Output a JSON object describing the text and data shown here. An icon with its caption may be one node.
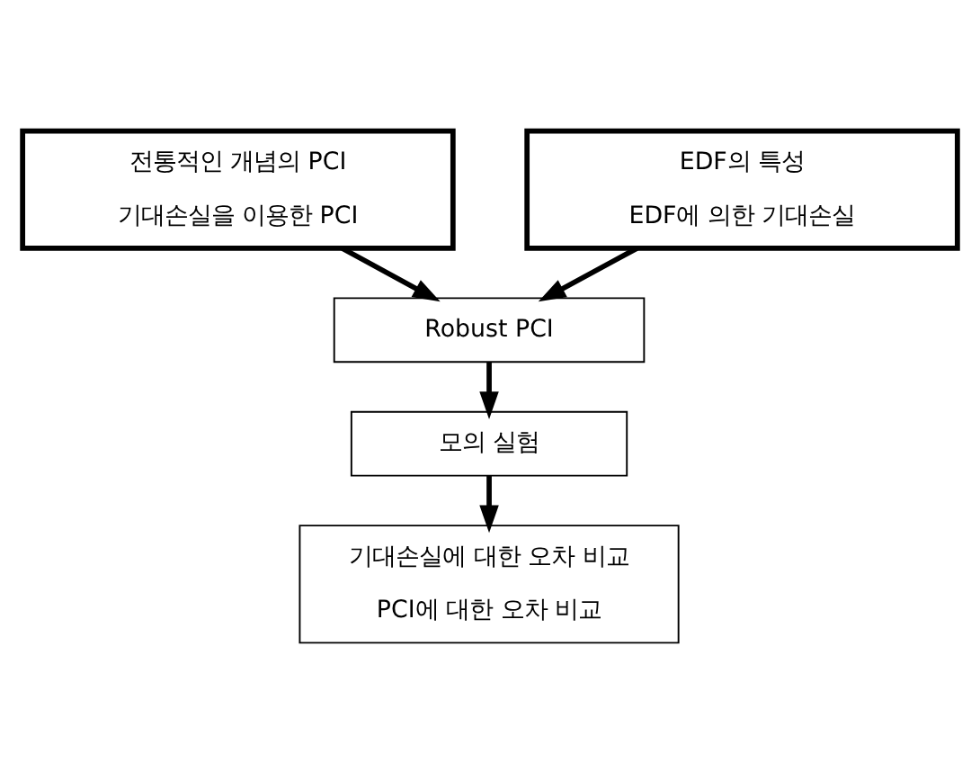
{
  "diagram": {
    "nodes": [
      {
        "text": [
          "전통적인 개념의 PCI",
          "기대손실을 이용한 PCI"
        ]
      },
      {
        "text": [
          "EDF의 특성",
          "EDF에 의한 기대손실"
        ]
      },
      {
        "text": [
          "Robust PCI"
        ]
      },
      {
        "text": [
          "모의 실험"
        ]
      },
      {
        "text": [
          "기대손실에 대한 오차 비교",
          "PCI에 대한 오차 비교"
        ]
      }
    ],
    "edges": [
      {
        "from": 0,
        "to": 2,
        "arrow": "to"
      },
      {
        "from": 1,
        "to": 2,
        "arrow": "to"
      },
      {
        "from": 2,
        "to": 3,
        "arrow": "to"
      },
      {
        "from": 3,
        "to": 4,
        "arrow": "to"
      }
    ]
  }
}
